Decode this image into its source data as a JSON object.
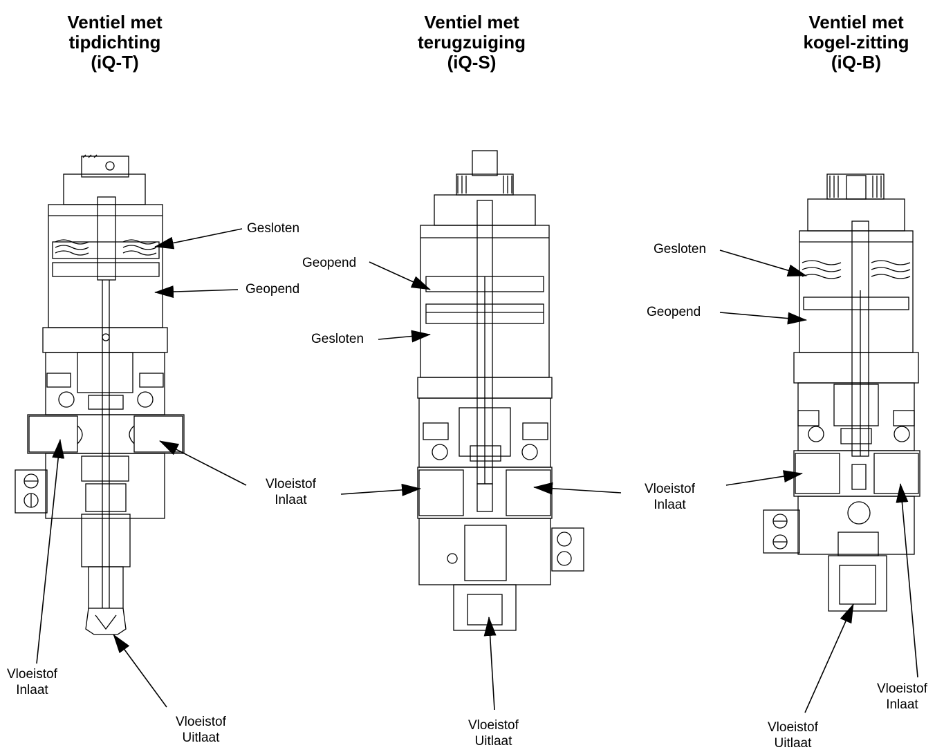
{
  "valves": [
    {
      "title_lines": [
        "Ventiel met",
        "tipdichting",
        "(iQ-T)"
      ],
      "labels": {
        "closed": "Gesloten",
        "open": "Geopend",
        "fluid_inlet": [
          "Vloeistof",
          "Inlaat"
        ],
        "fluid_outlet": [
          "Vloeistof",
          "Uitlaat"
        ]
      }
    },
    {
      "title_lines": [
        "Ventiel met",
        "terugzuiging",
        "(iQ-S)"
      ],
      "labels": {
        "open": "Geopend",
        "closed": "Gesloten",
        "fluid_inlet": [
          "Vloeistof",
          "Inlaat"
        ],
        "fluid_outlet": [
          "Vloeistof",
          "Uitlaat"
        ]
      }
    },
    {
      "title_lines": [
        "Ventiel met",
        "kogel-zitting",
        "(iQ-B)"
      ],
      "labels": {
        "closed": "Gesloten",
        "open": "Geopend",
        "fluid_inlet": [
          "Vloeistof",
          "Inlaat"
        ],
        "fluid_outlet": [
          "Vloeistof",
          "Uitlaat"
        ],
        "fluid_inlet_2": [
          "Vloeistof",
          "Inlaat"
        ]
      }
    }
  ]
}
